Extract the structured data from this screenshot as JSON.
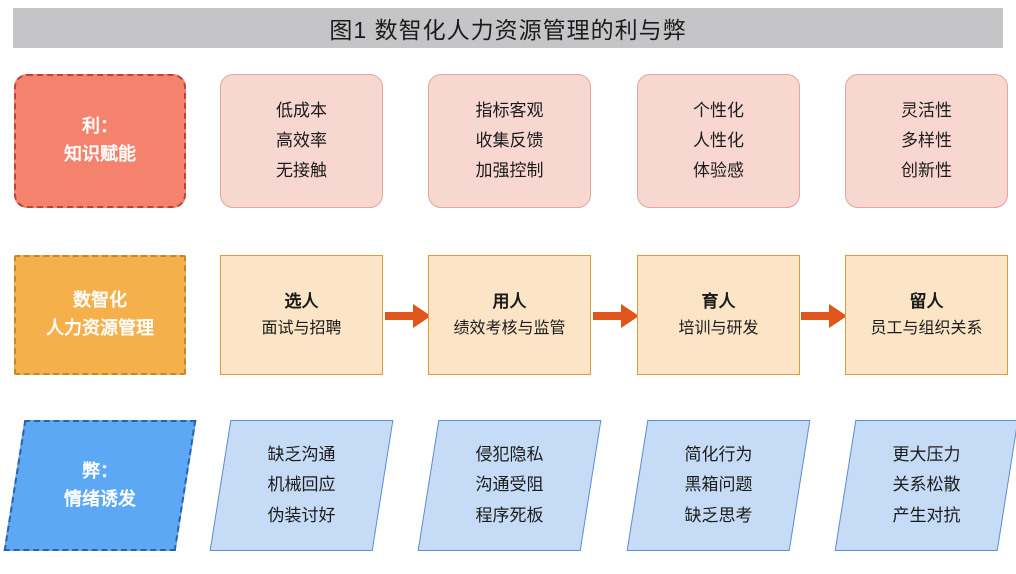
{
  "title": {
    "text": "图1  数智化人力资源管理的利与弊"
  },
  "colors": {
    "title_bar": "#c5c5c7",
    "pros_label_fill": "#f4826c",
    "pros_label_border": "#b8443a",
    "pros_card_fill": "#f8d7d1",
    "pros_card_border": "#e0a89f",
    "core_label_fill": "#f5b04c",
    "core_label_border": "#c6862c",
    "core_card_fill": "#fce4c6",
    "core_card_border": "#dd9b3f",
    "cons_label_fill": "#5da8f5",
    "cons_label_border": "#2f5fa8",
    "cons_card_fill": "#c6dcf6",
    "cons_card_border": "#5e8ecb",
    "arrow": "#e0551c",
    "text": "#1b1b1b",
    "label_text": "#ffffff"
  },
  "rows": {
    "pros": {
      "label": {
        "line1": "利：",
        "line2": "知识赋能"
      },
      "cards": [
        {
          "line1": "低成本",
          "line2": "高效率",
          "line3": "无接触"
        },
        {
          "line1": "指标客观",
          "line2": "收集反馈",
          "line3": "加强控制"
        },
        {
          "line1": "个性化",
          "line2": "人性化",
          "line3": "体验感"
        },
        {
          "line1": "灵活性",
          "line2": "多样性",
          "line3": "创新性"
        }
      ]
    },
    "core": {
      "label": {
        "line1": "数智化",
        "line2": "人力资源管理"
      },
      "cards": [
        {
          "title": "选人",
          "subtitle": "面试与招聘"
        },
        {
          "title": "用人",
          "subtitle": "绩效考核与监管"
        },
        {
          "title": "育人",
          "subtitle": "培训与研发"
        },
        {
          "title": "留人",
          "subtitle": "员工与组织关系"
        }
      ],
      "arrows": [
        {
          "name": "arrow-select-to-use"
        },
        {
          "name": "arrow-use-to-develop"
        },
        {
          "name": "arrow-develop-to-retain"
        }
      ]
    },
    "cons": {
      "label": {
        "line1": "弊：",
        "line2": "情绪诱发"
      },
      "cards": [
        {
          "line1": "缺乏沟通",
          "line2": "机械回应",
          "line3": "伪装讨好"
        },
        {
          "line1": "侵犯隐私",
          "line2": "沟通受阻",
          "line3": "程序死板"
        },
        {
          "line1": "简化行为",
          "line2": "黑箱问题",
          "line3": "缺乏思考"
        },
        {
          "line1": "更大压力",
          "line2": "关系松散",
          "line3": "产生对抗"
        }
      ]
    }
  }
}
